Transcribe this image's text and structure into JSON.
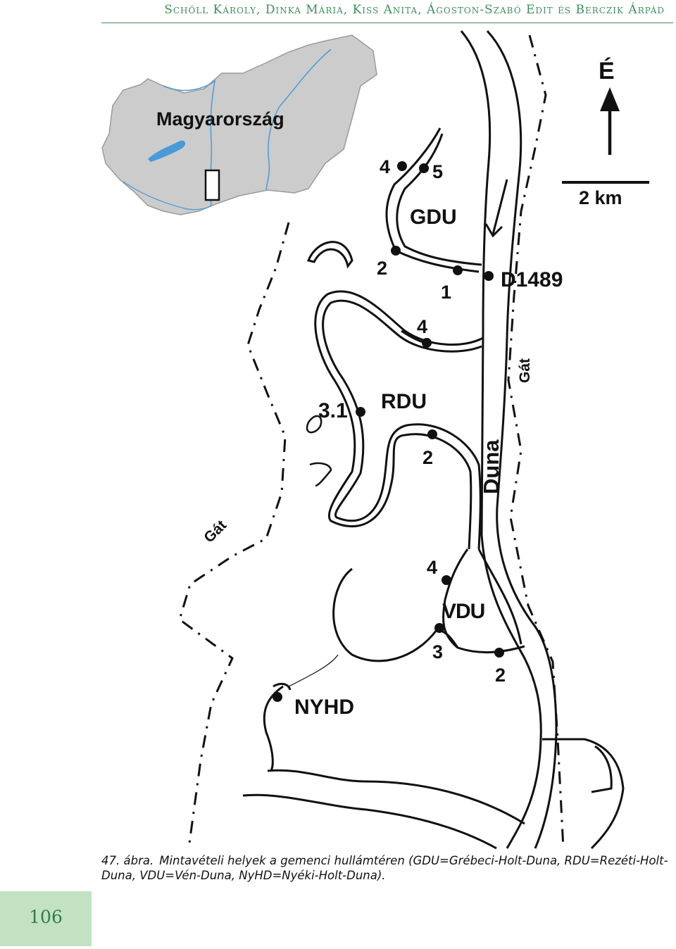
{
  "header": {
    "authors": "Schöll Károly, Dinka Mária, Kiss Anita, Ágoston-Szabó Edit és Berczik Árpád"
  },
  "map": {
    "inset_country": "Magyarország",
    "north_label": "É",
    "scale_label": "2 km",
    "river_label": "Duna",
    "levee_label_east": "Gát",
    "levee_label_west": "Gát",
    "station_label": "D1489",
    "waters": {
      "gdu": "GDU",
      "rdu": "RDU",
      "vdu": "VDU",
      "nyhd": "NYHD"
    },
    "sites": {
      "gdu_4": "4",
      "gdu_5": "5",
      "gdu_2": "2",
      "gdu_1": "1",
      "rdu_4": "4",
      "rdu_31": "3.1",
      "rdu_2": "2",
      "vdu_4": "4",
      "vdu_3": "3",
      "vdu_2": "2"
    },
    "colors": {
      "country_fill": "#cccccc",
      "country_border": "#9a9a9a",
      "river_blue": "#4a9ad8",
      "accent_green": "#3f8e5a"
    }
  },
  "caption": {
    "label": "47. ábra.",
    "text": "Mintavételi helyek a gemenci hullámtéren (GDU=Grébeci-Holt-Duna, RDU=Rezéti-Holt-Duna, VDU=Vén-Duna, NyHD=Nyéki-Holt-Duna)."
  },
  "page": {
    "number": "106"
  }
}
